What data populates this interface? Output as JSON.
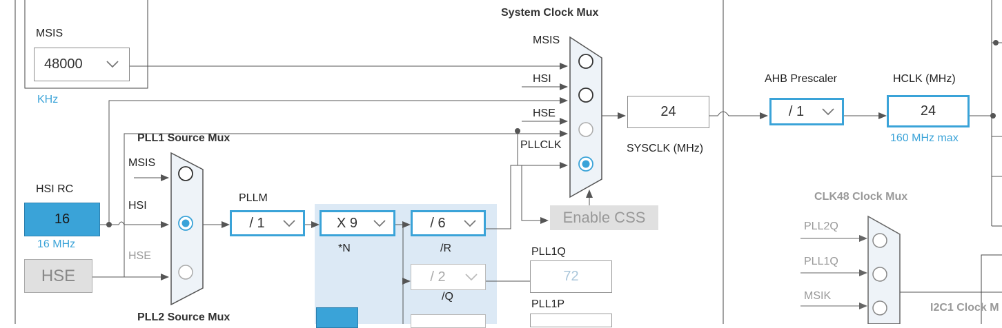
{
  "msis_source": {
    "label": "MSIS",
    "value": "48000",
    "unit": "KHz"
  },
  "system_clock_mux": {
    "title": "System Clock Mux",
    "inputs": [
      "MSIS",
      "HSI",
      "HSE",
      "PLLCLK"
    ],
    "selected": "PLLCLK"
  },
  "sysclk": {
    "value": "24",
    "label": "SYSCLK (MHz)"
  },
  "ahb_prescaler": {
    "label": "AHB Prescaler",
    "value": "/ 1"
  },
  "hclk": {
    "label": "HCLK (MHz)",
    "value": "24",
    "max": "160 MHz max"
  },
  "hsi_rc": {
    "label": "HSI RC",
    "value": "16",
    "freq": "16 MHz"
  },
  "hse": {
    "label": "HSE"
  },
  "pll1_source_mux": {
    "title": "PLL1 Source Mux",
    "inputs": [
      "MSIS",
      "HSI",
      "HSE"
    ],
    "selected": "HSI"
  },
  "pll2_source_mux": {
    "title": "PLL2 Source Mux"
  },
  "pllm": {
    "label": "PLLM",
    "value": "/ 1"
  },
  "plln": {
    "value": "X 9",
    "label": "*N"
  },
  "pllr": {
    "value": "/ 6",
    "label": "/R"
  },
  "pllq": {
    "value": "/ 2",
    "label": "/Q"
  },
  "pll1q": {
    "label": "PLL1Q",
    "value": "72"
  },
  "pll1p": {
    "label": "PLL1P"
  },
  "enable_css": {
    "label": "Enable CSS"
  },
  "clk48_mux": {
    "title": "CLK48 Clock Mux",
    "inputs": [
      "PLL2Q",
      "PLL1Q",
      "MSIK"
    ]
  },
  "i2c1_mux": {
    "title": "I2C1 Clock M"
  },
  "colors": {
    "accent": "#3aa3d8",
    "pll_panel": "#dce9f5",
    "disabled": "#e0e0e0"
  }
}
